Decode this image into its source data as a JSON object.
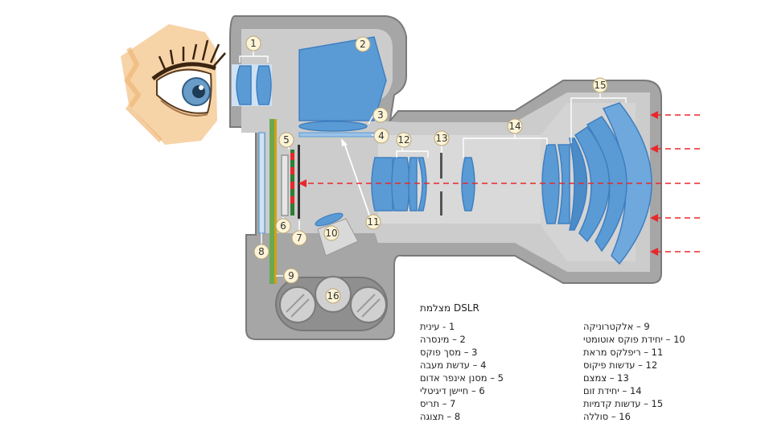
{
  "title": "DSLR  מצלמת",
  "colors": {
    "body": "#a6a6a6",
    "body_outline": "#7a7a7a",
    "inner": "#cccccc",
    "glass": "#5b9bd5",
    "glass_dark": "#3f7fc0",
    "light_ray": "#e8282b",
    "skin": "#f2c28a"
  },
  "callouts": [
    "1",
    "2",
    "3",
    "4",
    "5",
    "6",
    "7",
    "8",
    "9",
    "10",
    "11",
    "12",
    "13",
    "14",
    "15",
    "16"
  ],
  "legend_left": [
    {
      "num": "1",
      "label": "1 -  עינית"
    },
    {
      "num": "2",
      "label": "2 –  מינסרה"
    },
    {
      "num": "3",
      "label": "3 –  מסך פוקס"
    },
    {
      "num": "4",
      "label": "4 –  עדשת מעבה"
    },
    {
      "num": "5",
      "label": "5 –  מסנן אינפר אדום"
    },
    {
      "num": "6",
      "label": "6 –  חיישן דיגיטלי"
    },
    {
      "num": "7",
      "label": "7 –  תריס"
    },
    {
      "num": "8",
      "label": "8 –  תצוגה"
    }
  ],
  "legend_right": [
    {
      "num": "9",
      "label": "9 –  אלקטרוניקה"
    },
    {
      "num": "10",
      "label": "10 –  יחידת פוקס אוטומטי"
    },
    {
      "num": "11",
      "label": "11 –  ריפלקס מראת"
    },
    {
      "num": "12",
      "label": "12 –  עדשות פיקוס"
    },
    {
      "num": "13",
      "label": "13 –  צמצם"
    },
    {
      "num": "14",
      "label": "14 –  יחידת זום"
    },
    {
      "num": "15",
      "label": "15 –  עדשות קדמיות"
    },
    {
      "num": "16",
      "label": "16 –  סוללה"
    }
  ]
}
